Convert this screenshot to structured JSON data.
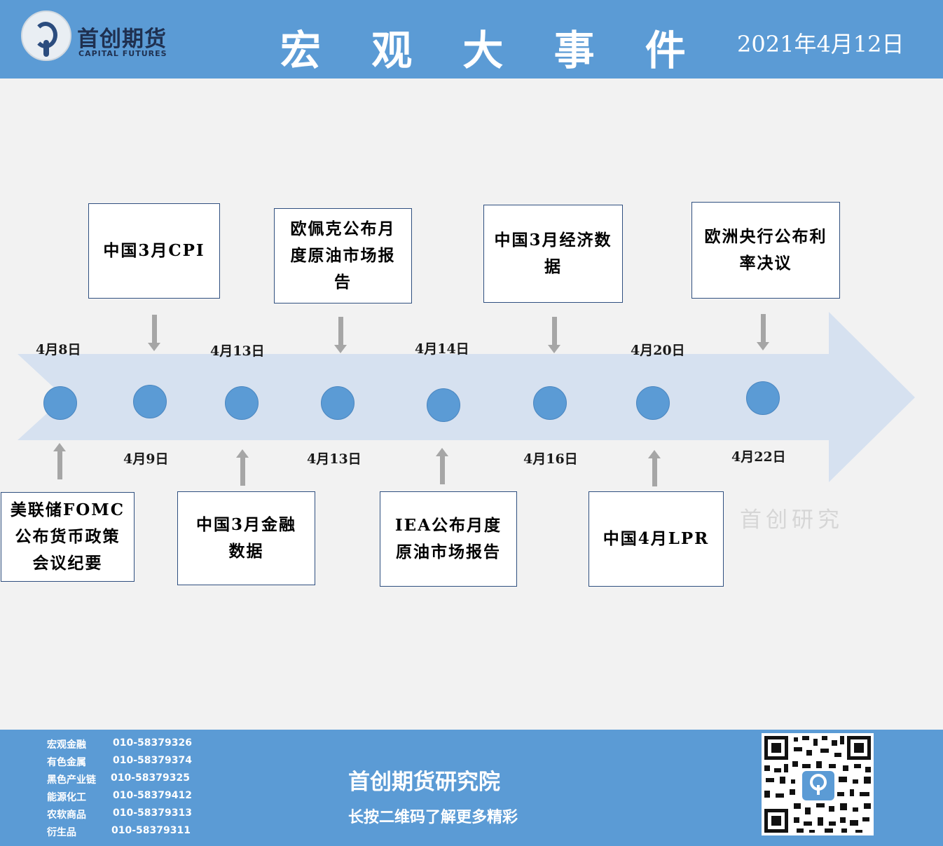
{
  "header": {
    "logo_cn": "首创期货",
    "logo_en": "CAPITAL FUTURES",
    "title": "宏 观 大 事 件",
    "date": "2021年4月12日"
  },
  "timeline": {
    "top_dates": [
      "4月8日",
      "4月13日",
      "4月14日",
      "4月20日"
    ],
    "bottom_dates": [
      "4月9日",
      "4月13日",
      "4月16日",
      "4月22日"
    ],
    "upper_events": [
      "中国3月CPI",
      "欧佩克公布月度原油市场报告",
      "中国3月经济数据",
      "欧洲央行公布利率决议"
    ],
    "lower_events": [
      "美联储FOMC公布货币政策会议纪要",
      "中国3月金融数据",
      "IEA公布月度原油市场报告",
      "中国4月LPR"
    ],
    "watermark": "首创研究"
  },
  "footer": {
    "contacts": [
      {
        "dept": "宏观金融",
        "phone": "010-58379326"
      },
      {
        "dept": "有色金属",
        "phone": "010-58379374"
      },
      {
        "dept": "黑色产业链",
        "phone": "010-58379325"
      },
      {
        "dept": "能源化工",
        "phone": "010-58379412"
      },
      {
        "dept": "农软商品",
        "phone": "010-58379313"
      },
      {
        "dept": "衍生品",
        "phone": "010-58379311"
      }
    ],
    "name": "首创期货研究院",
    "tagline": "长按二维码了解更多精彩"
  },
  "colors": {
    "header_bg": "#5b9bd5",
    "arrow_fill": "#d6e1f0",
    "dot": "#5b9bd5",
    "pointer": "#a6a6a6"
  }
}
